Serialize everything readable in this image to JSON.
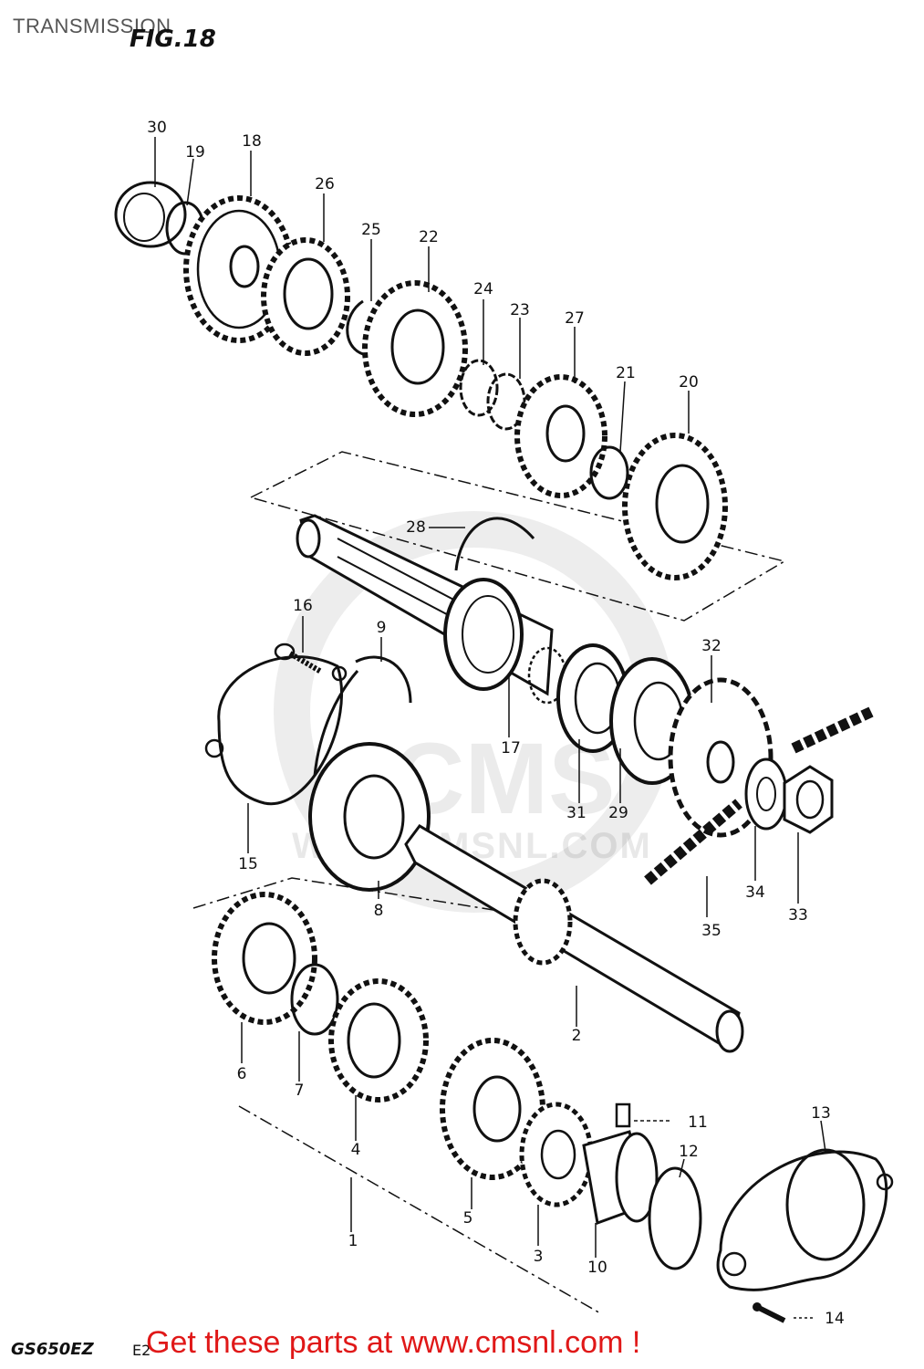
{
  "header": {
    "title": "TRANSMISSION",
    "figure": "FIG.18"
  },
  "watermark": {
    "logo": "CMS",
    "url": "WWW.CMSNL.COM"
  },
  "footer": {
    "model_code": "GS650EZ",
    "model_suffix": "E2",
    "link_text": "Get these parts at www.cmsnl.com !",
    "link_color": "#e01818"
  },
  "parts": [
    {
      "num": "1"
    },
    {
      "num": "2"
    },
    {
      "num": "3"
    },
    {
      "num": "4"
    },
    {
      "num": "5"
    },
    {
      "num": "6"
    },
    {
      "num": "7"
    },
    {
      "num": "8"
    },
    {
      "num": "9"
    },
    {
      "num": "10"
    },
    {
      "num": "11"
    },
    {
      "num": "12"
    },
    {
      "num": "13"
    },
    {
      "num": "14"
    },
    {
      "num": "15"
    },
    {
      "num": "16"
    },
    {
      "num": "17"
    },
    {
      "num": "18"
    },
    {
      "num": "19"
    },
    {
      "num": "20"
    },
    {
      "num": "21"
    },
    {
      "num": "22"
    },
    {
      "num": "23"
    },
    {
      "num": "24"
    },
    {
      "num": "25"
    },
    {
      "num": "26"
    },
    {
      "num": "27"
    },
    {
      "num": "28"
    },
    {
      "num": "29"
    },
    {
      "num": "30"
    },
    {
      "num": "31"
    },
    {
      "num": "32"
    },
    {
      "num": "33"
    },
    {
      "num": "34"
    },
    {
      "num": "35"
    }
  ]
}
